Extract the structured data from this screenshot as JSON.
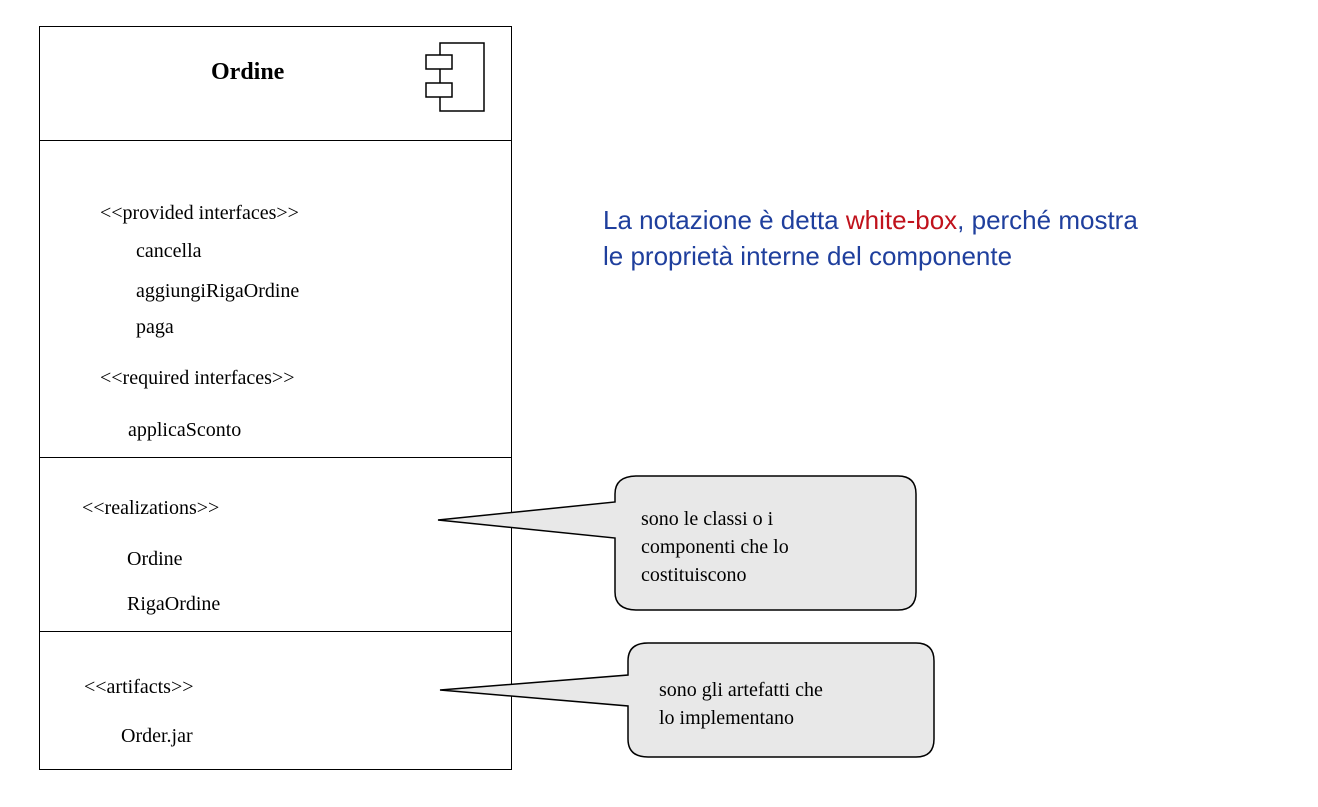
{
  "component": {
    "name": "Ordine",
    "icon": "uml-component-icon",
    "provided_header": "<<provided interfaces>>",
    "provided_items": [
      "cancella",
      "aggiungiRigaOrdine",
      "paga"
    ],
    "required_header": "<<required interfaces>>",
    "required_items": [
      "applicaSconto"
    ],
    "realizations_header": "<<realizations>>",
    "realizations_items": [
      "Ordine",
      "RigaOrdine"
    ],
    "artifacts_header": "<<artifacts>>",
    "artifacts_items": [
      "Order.jar"
    ]
  },
  "notes": {
    "realizations": [
      "sono le classi o i",
      "componenti che lo",
      "costituiscono"
    ],
    "artifacts": [
      "sono gli artefatti che",
      "lo implementano"
    ]
  },
  "caption": {
    "part1": "La notazione è detta ",
    "highlight": "white-box",
    "part2": ", perché mostra",
    "line2": "le proprietà interne del componente"
  },
  "colors": {
    "caption_text": "#1f3f9d",
    "caption_highlight": "#c0121c",
    "note_fill": "#e8e8e8"
  }
}
